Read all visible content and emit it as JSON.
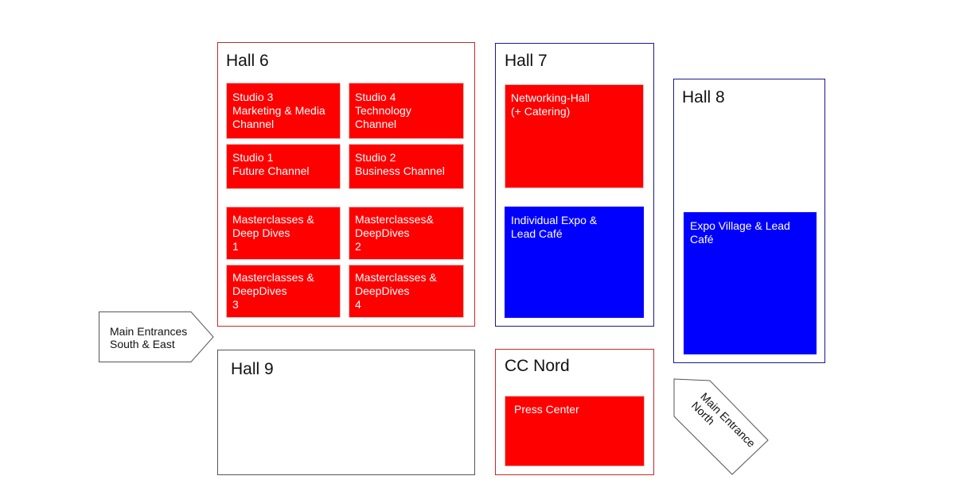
{
  "halls": {
    "hall6": {
      "title": "Hall 6",
      "rooms": {
        "studio3": "Studio 3\nMarketing & Media\nChannel",
        "studio4": "Studio 4\nTechnology\nChannel",
        "studio1": "Studio 1\nFuture Channel",
        "studio2": "Studio 2\nBusiness Channel",
        "mc1": "Masterclasses &\nDeep Dives\n1",
        "mc2": "Masterclasses&\nDeepDives\n2",
        "mc3": "Masterclasses &\nDeepDives\n3",
        "mc4": "Masterclasses &\nDeepDives\n4"
      }
    },
    "hall7": {
      "title": "Hall 7",
      "rooms": {
        "networking": "Networking-Hall\n(+ Catering)",
        "expo": "Individual Expo &\nLead Café"
      }
    },
    "hall8": {
      "title": "Hall 8",
      "rooms": {
        "expo_village": "Expo Village & Lead\nCafé"
      }
    },
    "hall9": {
      "title": "Hall 9"
    },
    "cc_nord": {
      "title": "CC Nord",
      "rooms": {
        "press": "Press Center"
      }
    }
  },
  "entrances": {
    "south_east": "Main Entrances\nSouth & East",
    "north": "Main Entrance\nNorth"
  },
  "colors": {
    "room_red": "#fe0000",
    "room_blue": "#0000fe",
    "border_red": "#c22b2b",
    "border_blue": "#1a1a8c"
  }
}
